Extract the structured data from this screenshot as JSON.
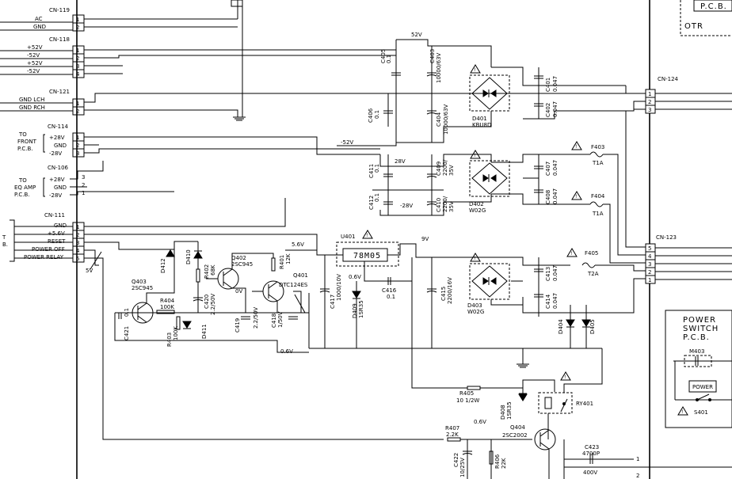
{
  "connectors": {
    "cn119": {
      "label": "CN-119",
      "pins": [
        "AC",
        "GND"
      ]
    },
    "cn118": {
      "label": "CN-118",
      "pins": [
        "+52V",
        "-52V",
        "+52V",
        "-52V"
      ]
    },
    "cn121": {
      "label": "CN-121",
      "pins": [
        "GND LCH",
        "GND RCH"
      ]
    },
    "cn114": {
      "label": "CN-114",
      "group": [
        "TO",
        "FRONT",
        "P.C.B."
      ],
      "pins": [
        "+28V",
        "GND",
        "-28V"
      ]
    },
    "cn106": {
      "label": "CN-106",
      "group": [
        "TO",
        "EQ AMP",
        "P.C.B."
      ],
      "pins": [
        "+28V",
        "GND",
        "-28V"
      ]
    },
    "cn111": {
      "label": "CN-111",
      "group": [
        "T",
        "B."
      ],
      "pins": [
        "GND",
        "+5.6V",
        "RESET",
        "POWER OFF",
        "POWER RELAY"
      ]
    },
    "cn124": {
      "label": "CN-124"
    },
    "cn123": {
      "label": "CN-123"
    }
  },
  "pin_numbers": {
    "cn119": [
      "1",
      "2"
    ],
    "cn118": [
      "1",
      "2",
      "3",
      "4"
    ],
    "cn121": [
      "1",
      "2"
    ],
    "cn114": [
      "1",
      "2",
      "3"
    ],
    "cn106": [
      "3",
      "2",
      "1"
    ],
    "cn111": [
      "1",
      "2",
      "3",
      "4",
      "5"
    ],
    "cn124": [
      "1",
      "2",
      "3"
    ],
    "cn123": [
      "5",
      "4",
      "3",
      "2",
      "1"
    ],
    "bottom": [
      "1",
      "2"
    ]
  },
  "boxes": {
    "pcb_top": "P.C.B.",
    "otr": "OTR",
    "power_switch": [
      "POWER",
      "SWITCH",
      "P.C.B."
    ],
    "power_button": "POWER",
    "m403": "M403",
    "s401": "S401",
    "u401": "U401",
    "reg": "78M05"
  },
  "voltages": {
    "v52": "52V",
    "vm52": "-52V",
    "v28": "28V",
    "vm28": "-28V",
    "v56": "5.6V",
    "v9": "9V",
    "v06a": "0.6V",
    "v06b": "0.6V",
    "v06c": "0.6V",
    "v0": "0V",
    "v5": "5V"
  },
  "components": {
    "c405": [
      "C405",
      "0.1"
    ],
    "c403": [
      "C403",
      "10000/63V"
    ],
    "c406": [
      "C406",
      "0.1"
    ],
    "c404": [
      "C404",
      "10000/63V"
    ],
    "c401": [
      "C401",
      "0.047"
    ],
    "c402": [
      "C402",
      "0.047"
    ],
    "d401": [
      "D401",
      "KBU8D"
    ],
    "c411": [
      "C411",
      "0.1"
    ],
    "c409": [
      "C409",
      "2200/",
      "35V"
    ],
    "c412": [
      "C412",
      "0.1"
    ],
    "c410": [
      "C410",
      "2200/",
      "35V"
    ],
    "c407": [
      "C407",
      "0.047"
    ],
    "c408": [
      "C408",
      "0.047"
    ],
    "d402": [
      "D402",
      "W02G"
    ],
    "f403": [
      "F403",
      "T1A"
    ],
    "f404": [
      "F404",
      "T1A"
    ],
    "f405": [
      "F405",
      "T2A"
    ],
    "q403": [
      "Q403",
      "2SC945"
    ],
    "q402": [
      "Q402",
      "2SC945"
    ],
    "q401": [
      "Q401",
      "DTC124ES"
    ],
    "d412": [
      "D412"
    ],
    "d410": [
      "D410"
    ],
    "d411": [
      "D411"
    ],
    "r402": [
      "R402",
      "68K"
    ],
    "r401": [
      "R401",
      "12K"
    ],
    "r404": [
      "R404",
      "100K"
    ],
    "r403": [
      "R403",
      "100K"
    ],
    "c421": [
      "C421",
      "0.1"
    ],
    "c420": [
      "C420",
      "2.2/50V"
    ],
    "c419": [
      "C419",
      "2.2/50V"
    ],
    "c418": [
      "C418",
      "1/50V"
    ],
    "c417": [
      "C417",
      "1000/10V"
    ],
    "d409": [
      "D409",
      "1SR35"
    ],
    "c416": [
      "C416",
      "0.1"
    ],
    "c415": [
      "C415",
      "2200/16V"
    ],
    "c413": [
      "C413",
      "0.047"
    ],
    "c414": [
      "C414",
      "0.047"
    ],
    "d403": [
      "D403",
      "W02G"
    ],
    "d404": [
      "D404"
    ],
    "d405": [
      "D405"
    ],
    "r405": [
      "R405",
      "10 1/2W"
    ],
    "d408": [
      "D408",
      "1SR35"
    ],
    "ry401": [
      "RY401"
    ],
    "r407": [
      "R407",
      "2.2K"
    ],
    "q404": [
      "Q404",
      "2SC2002"
    ],
    "c422": [
      "C422",
      "10/25V"
    ],
    "r406": [
      "R406",
      "22K"
    ],
    "c423": [
      "C423",
      "4700P"
    ],
    "v400": [
      "400V"
    ]
  }
}
